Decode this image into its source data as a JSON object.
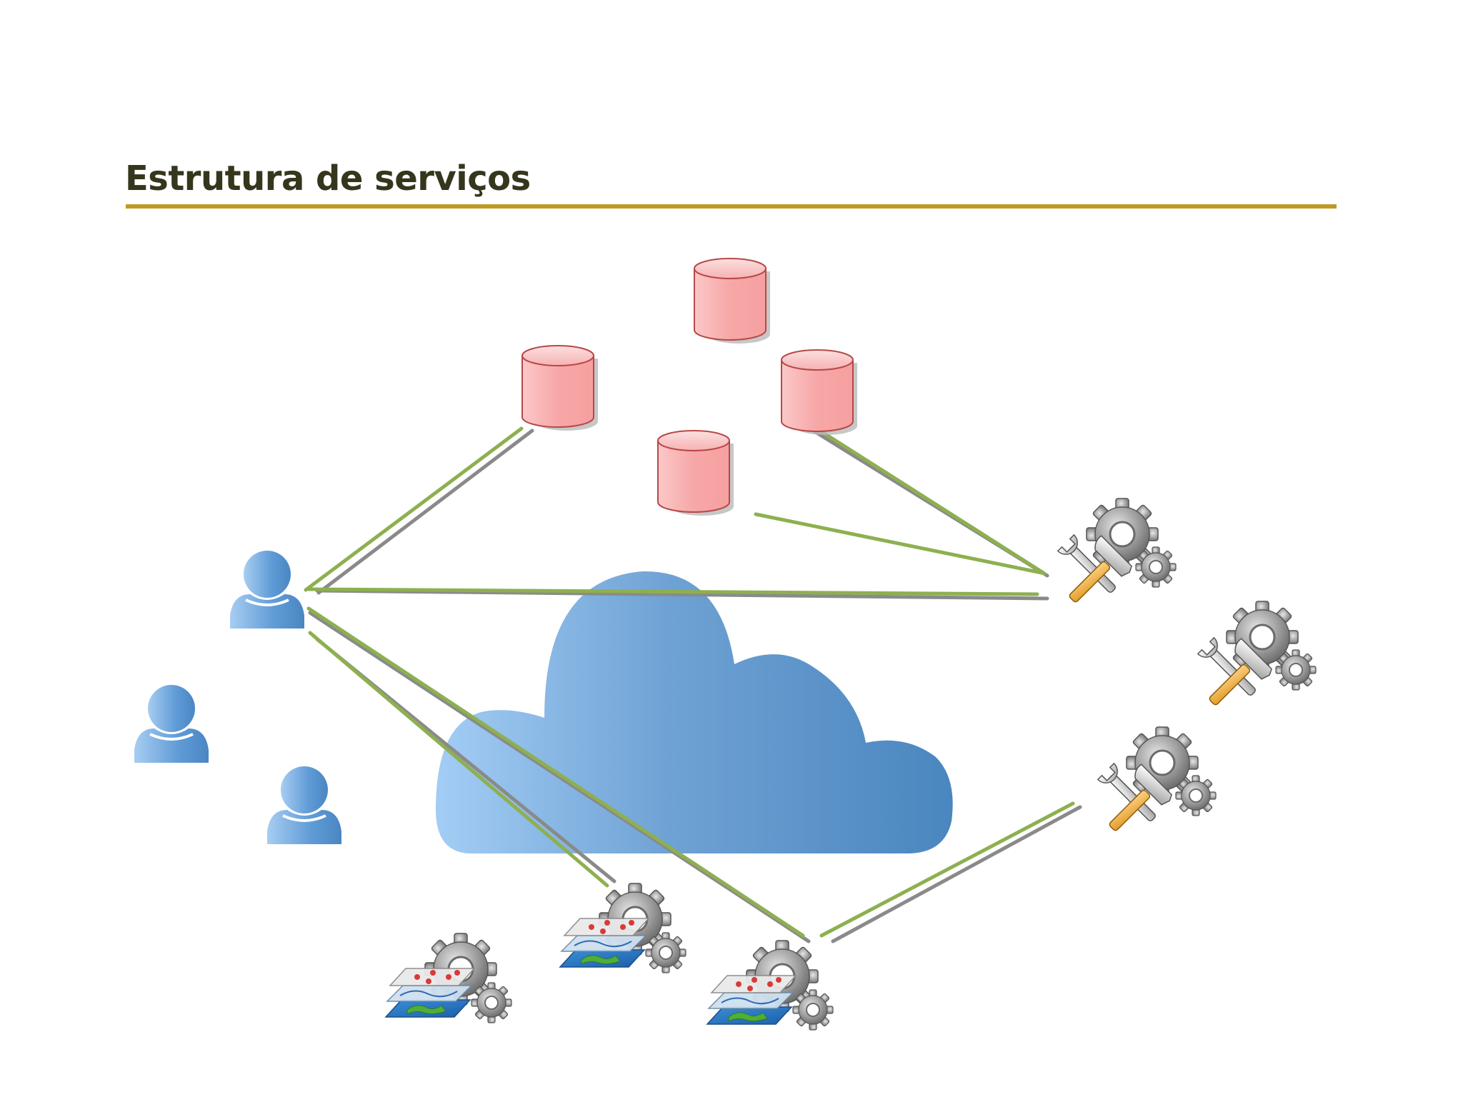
{
  "slide": {
    "title": "Estrutura de serviços",
    "accent_color": "#c19a26",
    "title_color": "#35361c"
  },
  "diagram": {
    "nodes": [
      {
        "kind": "database-icon",
        "id": "db-top"
      },
      {
        "kind": "database-icon",
        "id": "db-left"
      },
      {
        "kind": "database-icon",
        "id": "db-right"
      },
      {
        "kind": "database-icon",
        "id": "db-bottom"
      },
      {
        "kind": "user-icon",
        "id": "user-main"
      },
      {
        "kind": "user-icon",
        "id": "user-2"
      },
      {
        "kind": "user-icon",
        "id": "user-3"
      },
      {
        "kind": "cloud-icon",
        "id": "cloud"
      },
      {
        "kind": "tools-gears-icon",
        "id": "tools-1"
      },
      {
        "kind": "tools-gears-icon",
        "id": "tools-2"
      },
      {
        "kind": "tools-gears-icon",
        "id": "tools-3"
      },
      {
        "kind": "map-service-icon",
        "id": "map-1"
      },
      {
        "kind": "map-service-icon",
        "id": "map-2"
      },
      {
        "kind": "map-service-icon",
        "id": "map-3"
      }
    ],
    "colors": {
      "database_fill": "#f5a6a6",
      "database_stroke": "#c04040",
      "user_fill": "#5b9bd5",
      "cloud_fill": "#5b8fc4",
      "link_green": "#8db050",
      "link_gray": "#8a8a8a"
    }
  }
}
